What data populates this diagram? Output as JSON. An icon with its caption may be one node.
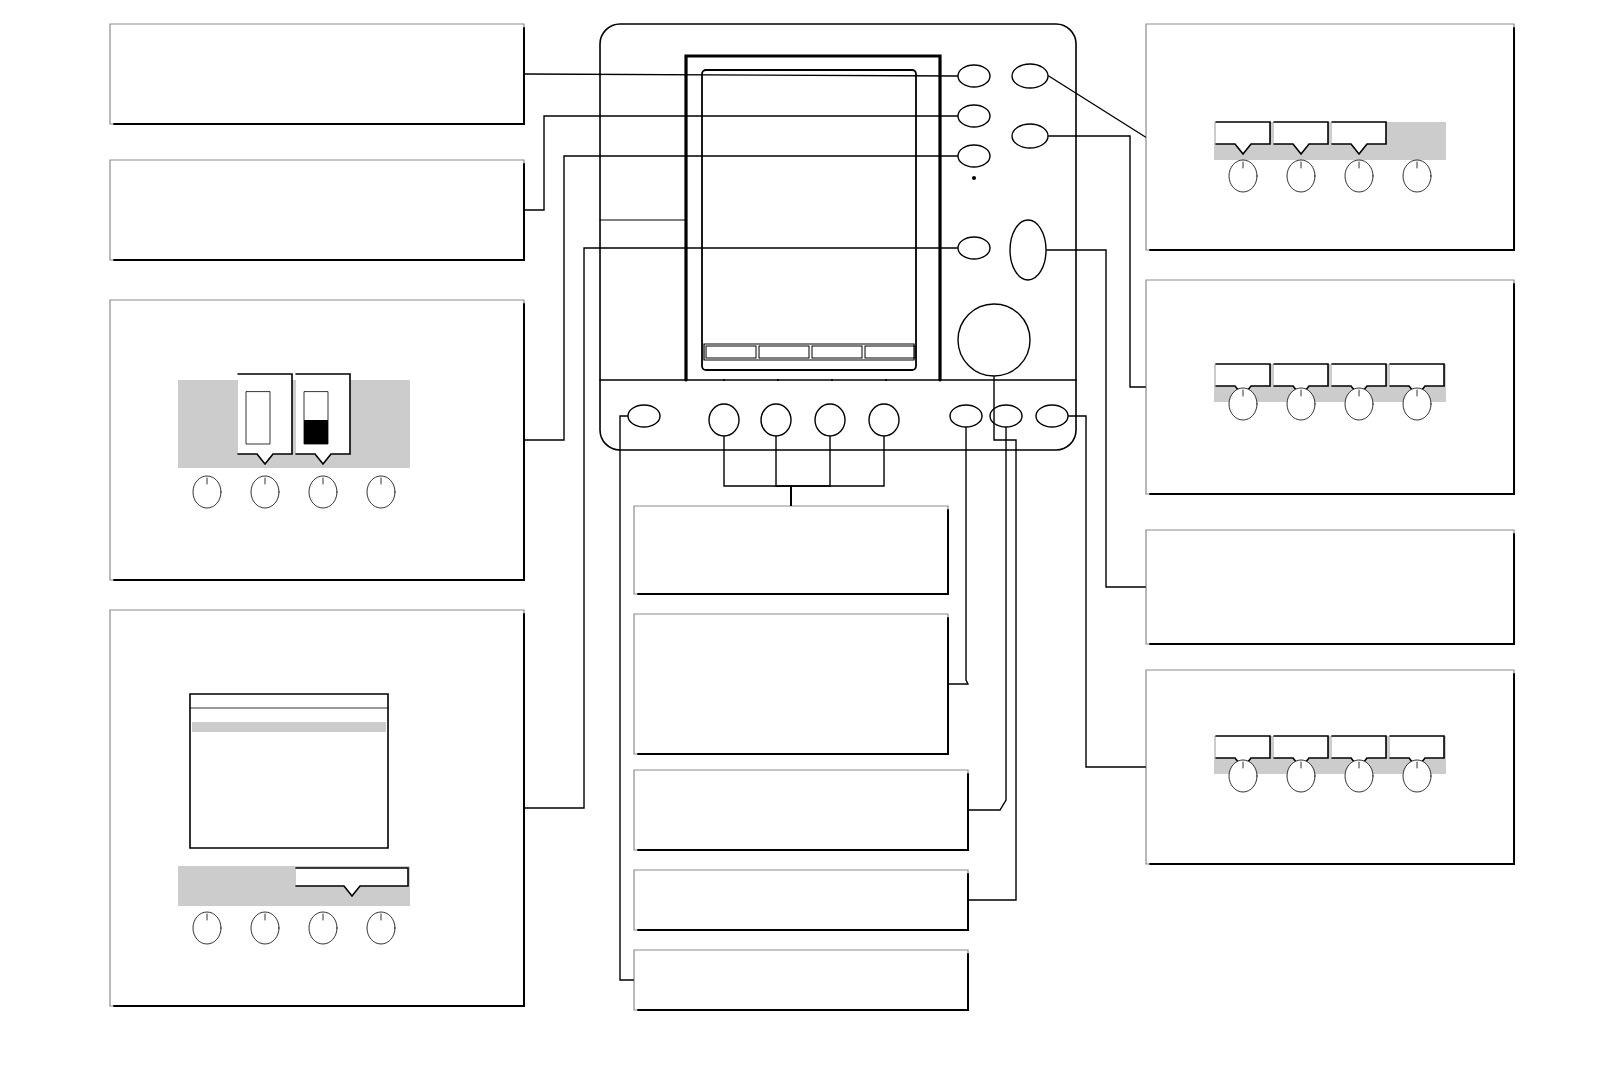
{
  "diagram": {
    "nodes": [
      {
        "text": [],
        "shape": "box"
      },
      {
        "text": [],
        "shape": "box"
      },
      {
        "text": [],
        "shape": "box"
      },
      {
        "text": [],
        "shape": "box"
      },
      {
        "text": [],
        "shape": "box"
      },
      {
        "text": [],
        "shape": "box"
      },
      {
        "text": [],
        "shape": "box"
      },
      {
        "text": [],
        "shape": "box"
      },
      {
        "text": [],
        "shape": "box"
      },
      {
        "text": [],
        "shape": "box"
      },
      {
        "text": [],
        "shape": "box"
      },
      {
        "text": [],
        "shape": "box"
      },
      {
        "text": [],
        "shape": "box"
      },
      {
        "text": [],
        "shape": "oval"
      },
      {
        "text": [],
        "shape": "oval"
      },
      {
        "text": [],
        "shape": "oval"
      },
      {
        "text": [],
        "shape": "oval"
      },
      {
        "text": [],
        "shape": "oval"
      },
      {
        "text": [],
        "shape": "oval"
      },
      {
        "text": [],
        "shape": "oval"
      },
      {
        "text": [],
        "shape": "oval"
      },
      {
        "text": [],
        "shape": "oval"
      },
      {
        "text": [],
        "shape": "oval"
      },
      {
        "text": [],
        "shape": "oval"
      },
      {
        "text": [],
        "shape": "oval"
      },
      {
        "text": [],
        "shape": "oval"
      },
      {
        "text": [],
        "shape": "oval"
      },
      {
        "text": [],
        "shape": "oval"
      },
      {
        "text": [],
        "shape": "circle"
      }
    ],
    "edges": [
      {
        "from": 0,
        "to": 13,
        "arrow": "none"
      },
      {
        "from": 1,
        "to": 14,
        "arrow": "none"
      },
      {
        "from": 2,
        "to": 15,
        "arrow": "none"
      },
      {
        "from": 3,
        "to": 16,
        "arrow": "none"
      },
      {
        "from": 4,
        "to": 17,
        "arrow": "none"
      },
      {
        "from": 5,
        "to": 18,
        "arrow": "none"
      },
      {
        "from": 6,
        "to": 19,
        "arrow": "none"
      },
      {
        "from": 7,
        "to": 27,
        "arrow": "none"
      },
      {
        "from": 8,
        "to": 21,
        "arrow": "none"
      },
      {
        "from": 8,
        "to": 22,
        "arrow": "none"
      },
      {
        "from": 8,
        "to": 23,
        "arrow": "none"
      },
      {
        "from": 8,
        "to": 24,
        "arrow": "none"
      },
      {
        "from": 9,
        "to": 25,
        "arrow": "none"
      },
      {
        "from": 10,
        "to": 26,
        "arrow": "none"
      },
      {
        "from": 11,
        "to": 28,
        "arrow": "none"
      },
      {
        "from": 12,
        "to": 20,
        "arrow": "none"
      }
    ]
  }
}
